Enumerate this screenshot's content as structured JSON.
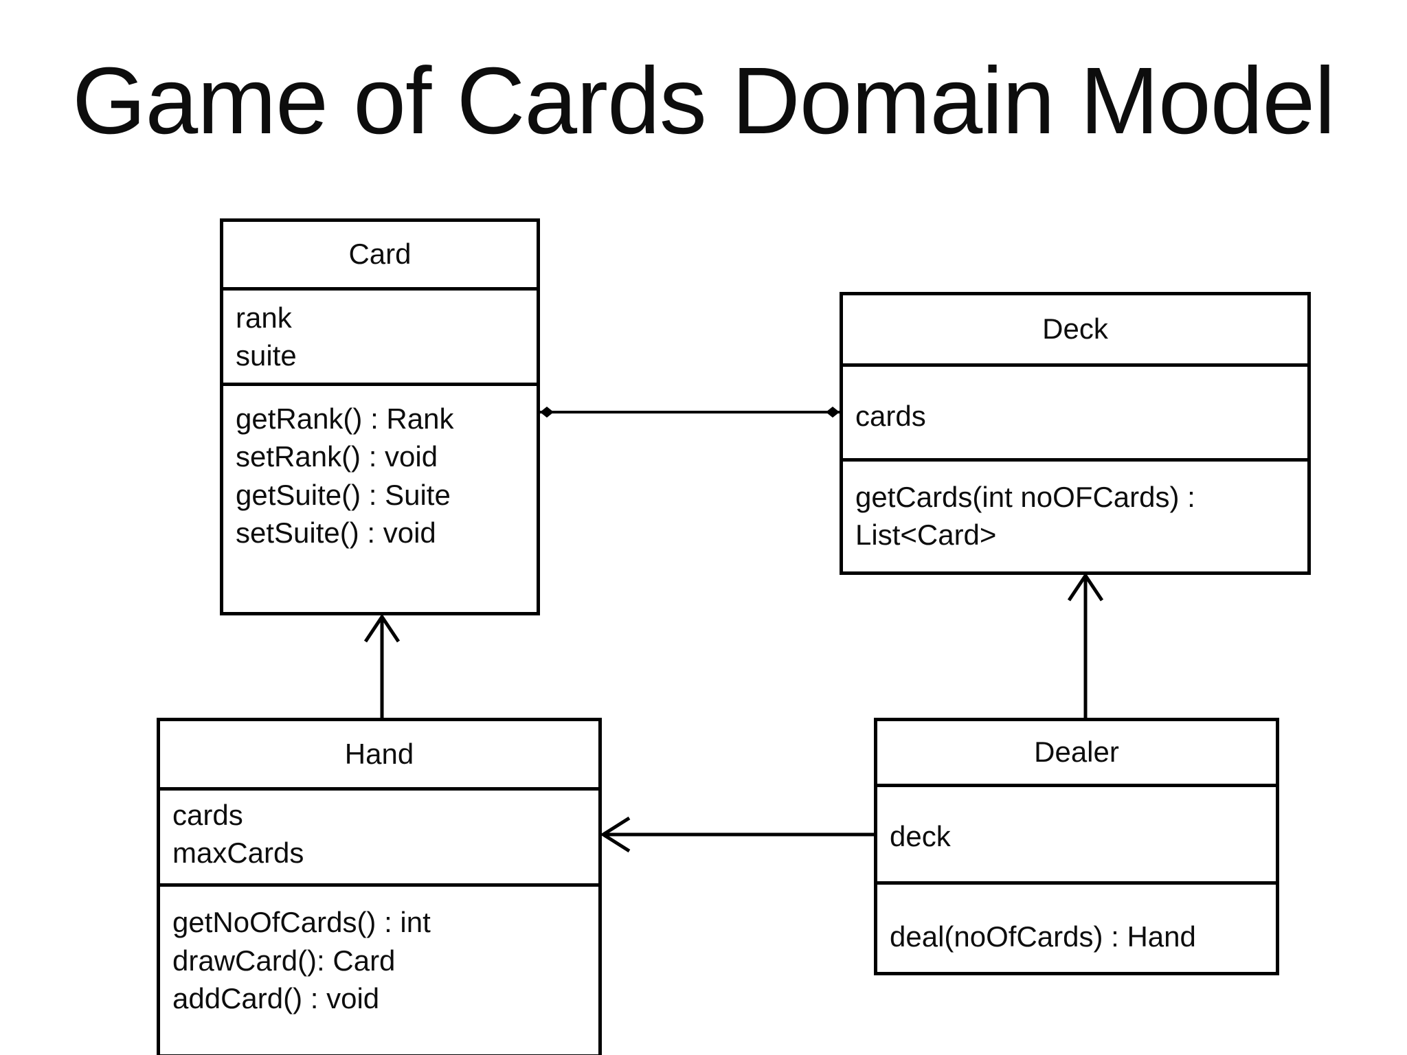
{
  "slide": {
    "title": "Game of Cards Domain Model",
    "background_color": "#ffffff",
    "text_color": "#0d0d0d",
    "line_color": "#000000"
  },
  "classes": {
    "card": {
      "name": "Card",
      "attributes": [
        "rank",
        "suite"
      ],
      "methods": [
        "getRank() : Rank",
        "setRank() : void",
        "getSuite() : Suite",
        "setSuite() : void"
      ]
    },
    "deck": {
      "name": "Deck",
      "attributes": [
        "cards"
      ],
      "methods": [
        "getCards(int noOFCards) : List<Card>"
      ]
    },
    "hand": {
      "name": "Hand",
      "attributes": [
        "cards",
        "maxCards"
      ],
      "methods": [
        "getNoOfCards() : int",
        "drawCard(): Card",
        "addCard() : void"
      ]
    },
    "dealer": {
      "name": "Dealer",
      "attributes": [
        "deck"
      ],
      "methods": [
        "deal(noOfCards) : Hand"
      ]
    }
  },
  "relationships": [
    {
      "id": "card-deck",
      "from": "Card",
      "to": "Deck",
      "type": "association-diamond-both",
      "orientation": "horizontal"
    },
    {
      "id": "hand-card",
      "from": "Hand",
      "to": "Card",
      "type": "open-arrow",
      "orientation": "vertical-up"
    },
    {
      "id": "dealer-deck",
      "from": "Dealer",
      "to": "Deck",
      "type": "open-arrow",
      "orientation": "vertical-up"
    },
    {
      "id": "dealer-hand",
      "from": "Dealer",
      "to": "Hand",
      "type": "open-arrow",
      "orientation": "horizontal-left"
    }
  ]
}
